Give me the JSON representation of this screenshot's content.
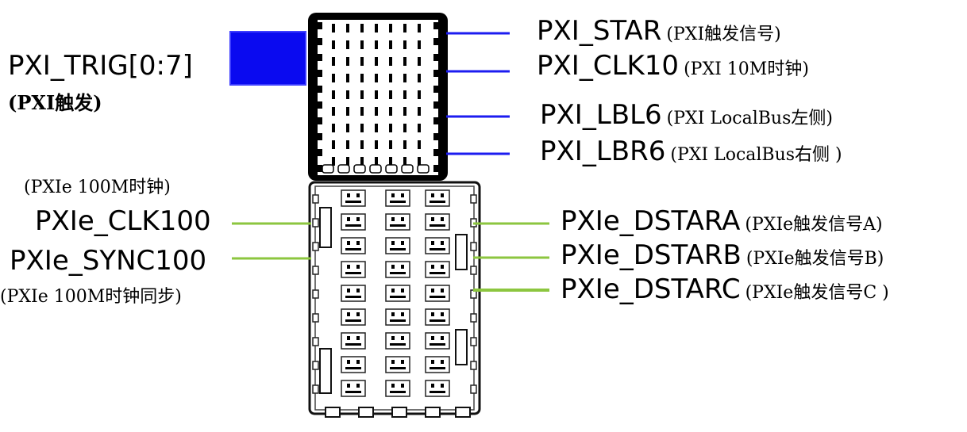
{
  "left": {
    "trig_label": "PXI_TRIG[0:7]",
    "trig_note": "(PXI触发)",
    "clk100_note": "(PXIe 100M时钟)",
    "clk100_label": "PXIe_CLK100",
    "sync100_label": "PXIe_SYNC100",
    "sync100_note": "(PXIe 100M时钟同步)"
  },
  "right_top": [
    {
      "label": "PXI_STAR",
      "note": "(PXI触发信号)"
    },
    {
      "label": "PXI_CLK10",
      "note": "(PXI 10M时钟)"
    },
    {
      "label": "PXI_LBL6",
      "note": "(PXI LocalBus左侧)"
    },
    {
      "label": "PXI_LBR6",
      "note": "(PXI LocalBus右侧 )"
    }
  ],
  "right_bottom": [
    {
      "label": "PXIe_DSTARA",
      "note": "(PXIe触发信号A)"
    },
    {
      "label": "PXIe_DSTARB",
      "note": "(PXIe触发信号B)"
    },
    {
      "label": "PXIe_DSTARC",
      "note": "(PXIe触发信号C )"
    }
  ],
  "colors": {
    "blue_signal": "#1c1cf0",
    "green_signal": "#8cc63f",
    "trig_block": "#0a0af0"
  }
}
